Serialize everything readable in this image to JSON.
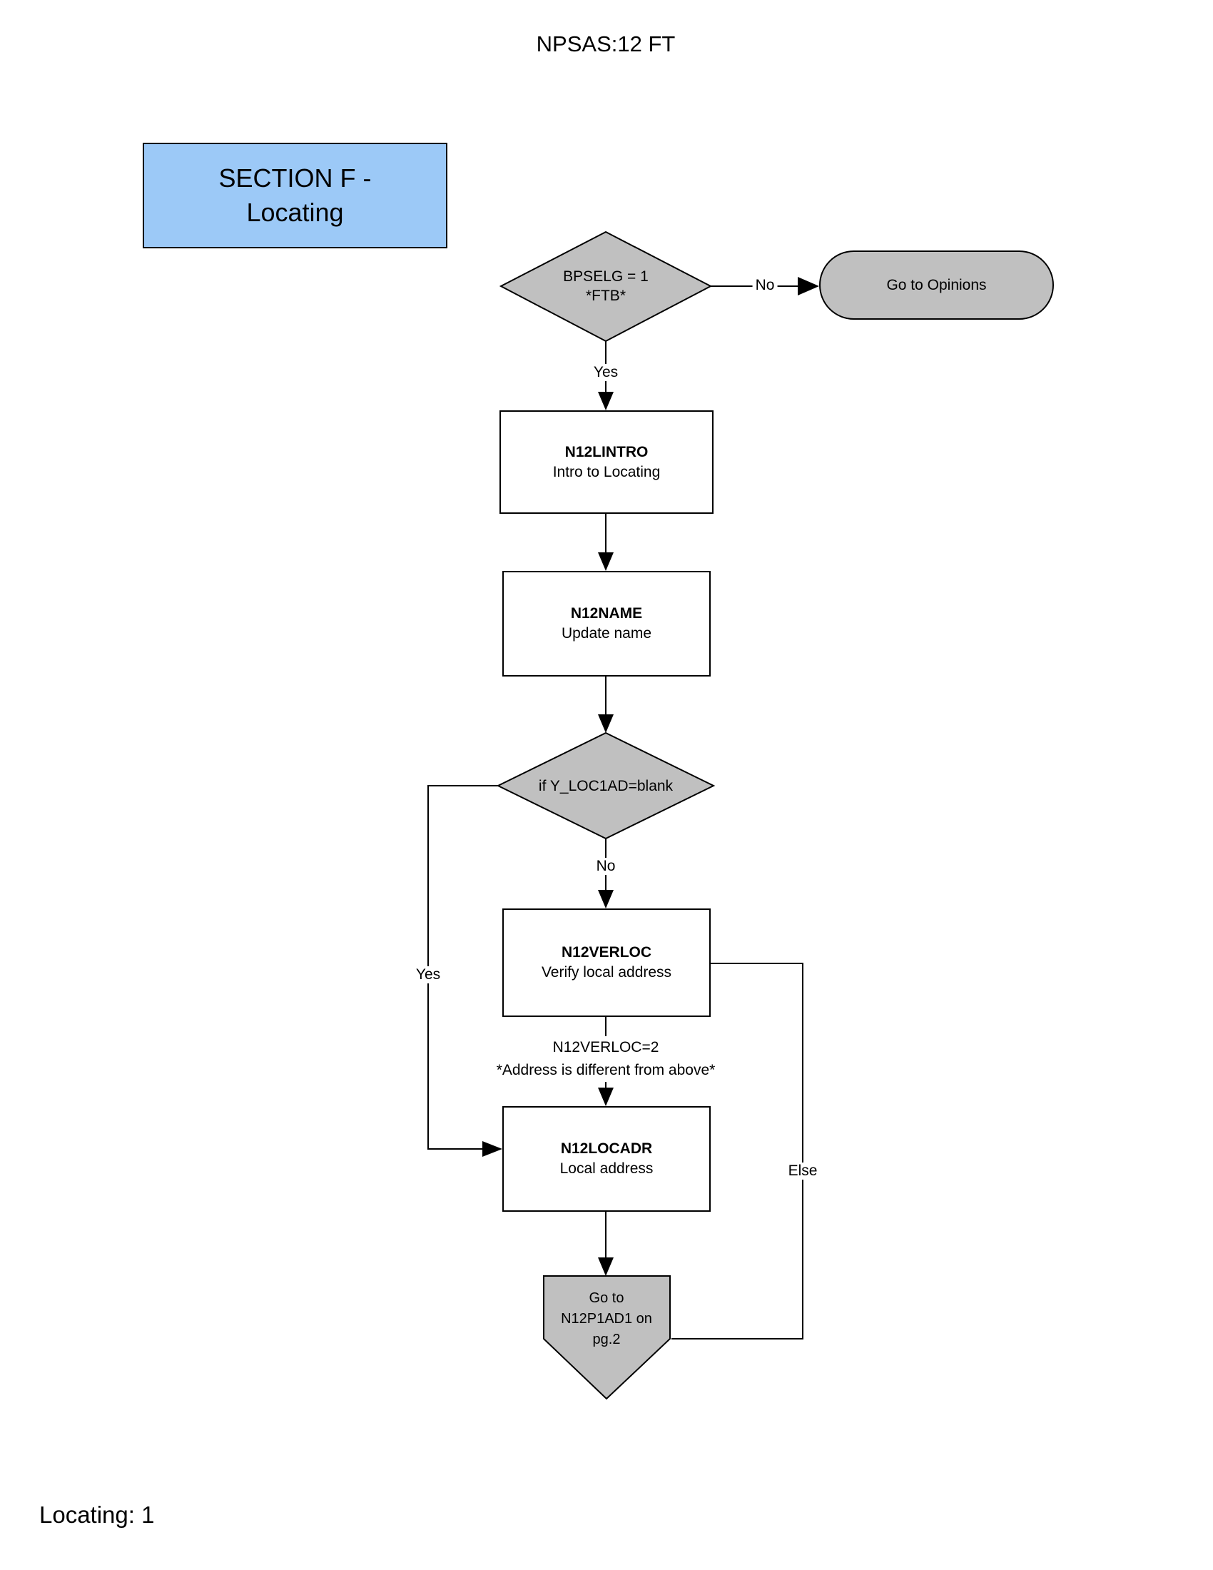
{
  "page": {
    "title": "NPSAS:12 FT",
    "footer": "Locating: 1"
  },
  "section_header": {
    "line1": "SECTION F -",
    "line2": "Locating"
  },
  "nodes": {
    "bpselg_decision": {
      "line1": "BPSELG = 1",
      "line2": "*FTB*"
    },
    "go_to_opinions": {
      "label": "Go to Opinions"
    },
    "n12lintro": {
      "name": "N12LINTRO",
      "desc": "Intro to Locating"
    },
    "n12name": {
      "name": "N12NAME",
      "desc": "Update name"
    },
    "yloc1ad_decision": {
      "label": "if Y_LOC1AD=blank"
    },
    "n12verloc": {
      "name": "N12VERLOC",
      "desc": "Verify local address"
    },
    "n12locadr": {
      "name": "N12LOCADR",
      "desc": "Local address"
    },
    "offpage_connector": {
      "line1": "Go to",
      "line2": "N12P1AD1 on",
      "line3": "pg.2"
    }
  },
  "edge_labels": {
    "bpselg_no": "No",
    "bpselg_yes": "Yes",
    "yloc1ad_no": "No",
    "yloc1ad_yes": "Yes",
    "verloc_else": "Else",
    "verloc_cond_line1": "N12VERLOC=2",
    "verloc_cond_line2": "*Address is different from above*"
  },
  "colors": {
    "section_fill": "#9CC9F7",
    "shape_fill": "#C0C0C0",
    "process_fill": "#FFFFFF",
    "line": "#000000"
  }
}
